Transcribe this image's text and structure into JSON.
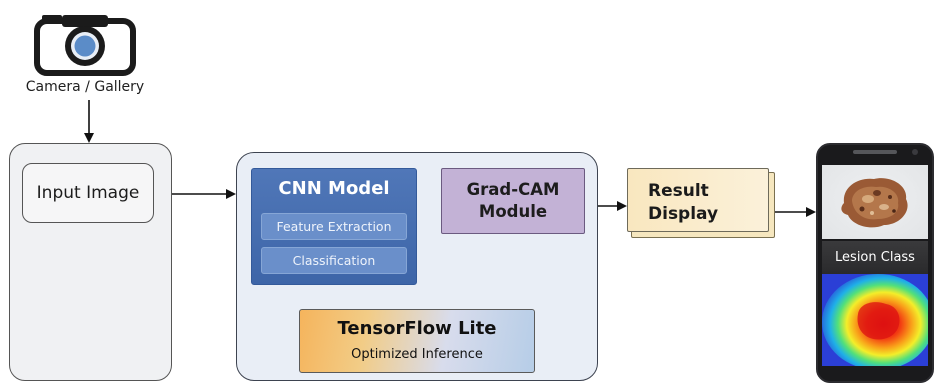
{
  "source": {
    "label": "Camera / Gallery",
    "icon": "camera-icon"
  },
  "input": {
    "label": "Input Image"
  },
  "cnn": {
    "title": "CNN Model",
    "steps": [
      "Feature Extraction",
      "Classification"
    ],
    "color": "#3d65a8"
  },
  "gradcam": {
    "title_line1": "Grad-CAM",
    "title_line2": "Module",
    "color": "#c3b2d6"
  },
  "tflite": {
    "title": "TensorFlow Lite",
    "subtitle": "Optimized Inference"
  },
  "result": {
    "line1": "Result",
    "line2": "Display",
    "color": "#f9e7bf"
  },
  "phone": {
    "label": "Lesion Class",
    "icons": [
      "smartphone-icon",
      "lesion-image",
      "heatmap-image"
    ]
  }
}
